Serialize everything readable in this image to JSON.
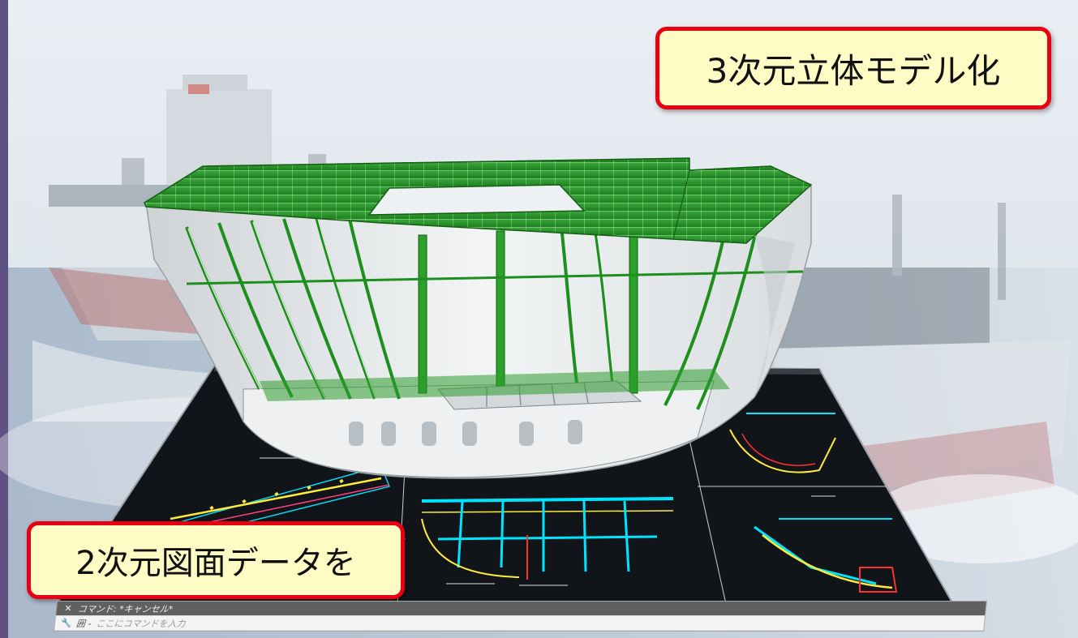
{
  "callouts": {
    "model_3d": "3次元立体モデル化",
    "drawing_2d": "2次元図面データを"
  },
  "command_line": {
    "history": "コマンド: *キャンセル*",
    "prompt_label": "囲 -",
    "input_placeholder": "ここにコマンドを入力"
  },
  "colors": {
    "callout_border": "#e60012",
    "callout_fill": "#fefcc4",
    "cad_background": "#111418",
    "cad_lines": "#00e5ff",
    "model_green": "#2f9e2f",
    "left_accent": "#5e5283"
  },
  "icons": [
    "close-icon",
    "wrench-icon"
  ]
}
